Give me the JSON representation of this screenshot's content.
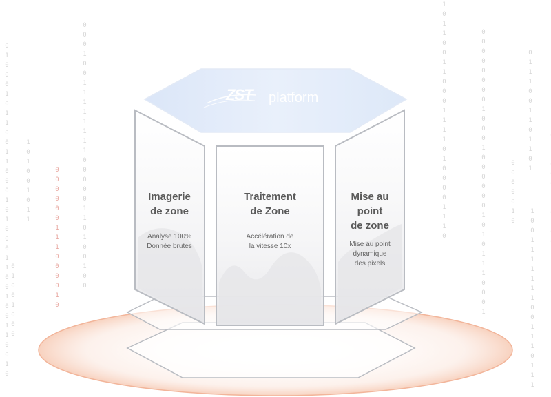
{
  "logo": {
    "brand": "ZST",
    "product": "platform"
  },
  "panels": [
    {
      "title_lines": [
        "Imagerie",
        "de zone"
      ],
      "sub_lines": [
        "Analyse 100%",
        "Donnée brutes"
      ]
    },
    {
      "title_lines": [
        "Traitement",
        "de Zone"
      ],
      "sub_lines": [
        "Accélération de",
        "la vitesse 10x"
      ]
    },
    {
      "title_lines": [
        "Mise au",
        "point",
        "de zone"
      ],
      "sub_lines": [
        "Mise au point",
        "dynamique",
        "des pixels"
      ]
    }
  ],
  "colors": {
    "accent_ring": "#f2b59a",
    "platform_top": "#e6eefb",
    "panel_border": "#b9bcc2"
  }
}
